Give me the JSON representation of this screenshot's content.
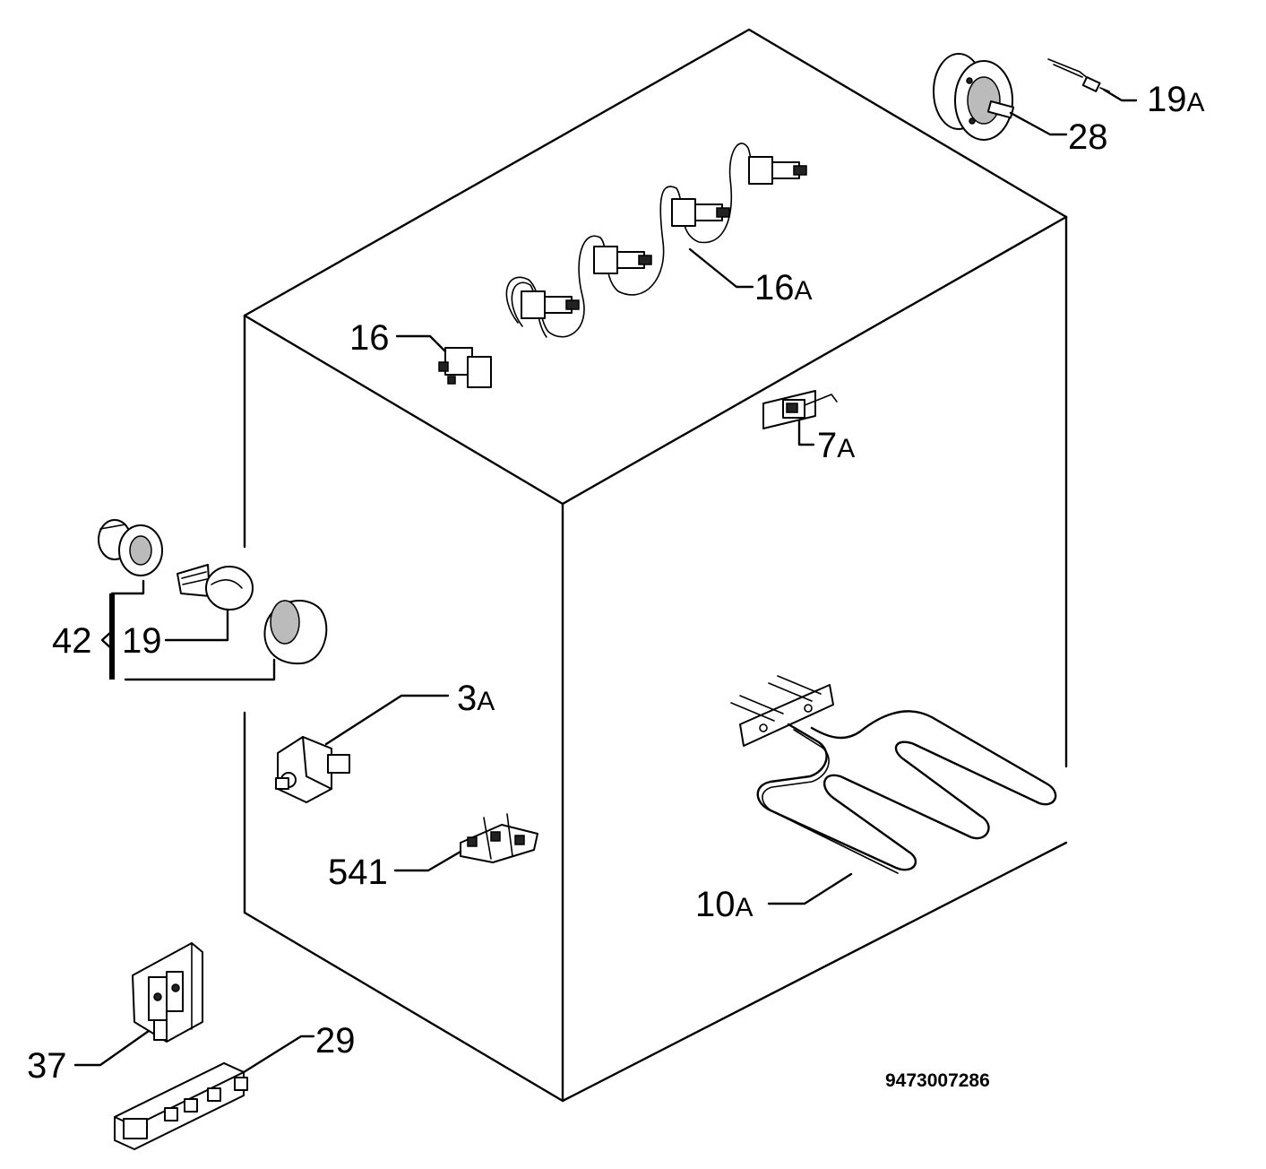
{
  "labels": {
    "p19a": "19",
    "p19a_suffix": "A",
    "p28": "28",
    "p16a": "16",
    "p16a_suffix": "A",
    "p16": "16",
    "p7a": "7",
    "p7a_suffix": "A",
    "p42": "42",
    "p19": "19",
    "p3a": "3",
    "p3a_suffix": "A",
    "p541": "541",
    "p10a": "10",
    "p10a_suffix": "A",
    "p37": "37",
    "p29": "29"
  },
  "drawing_code": "9473007286",
  "colors": {
    "ink": "#000000",
    "paper": "#ffffff"
  }
}
